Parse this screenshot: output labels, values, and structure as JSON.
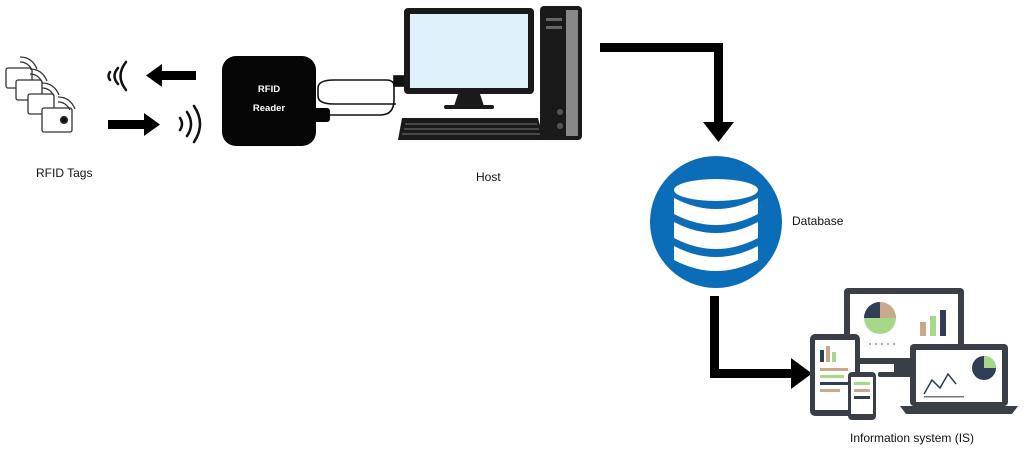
{
  "labels": {
    "rfid_tags": "RFID Tags",
    "rfid_reader_line1": "RFID",
    "rfid_reader_line2": "Reader",
    "host": "Host",
    "database": "Database",
    "information_system": "Information system (IS)"
  },
  "colors": {
    "database_blue": "#0b6cb8",
    "arrow": "#000000",
    "screen": "#dff1fb",
    "chart_green": "#a6d88a",
    "chart_tan": "#c9a98a",
    "chart_navy": "#2f3e56"
  },
  "icons": [
    "rfid-tags-icon",
    "signal-wave-icon",
    "rfid-reader-icon",
    "desktop-computer-icon",
    "database-icon",
    "devices-dashboard-icon"
  ]
}
